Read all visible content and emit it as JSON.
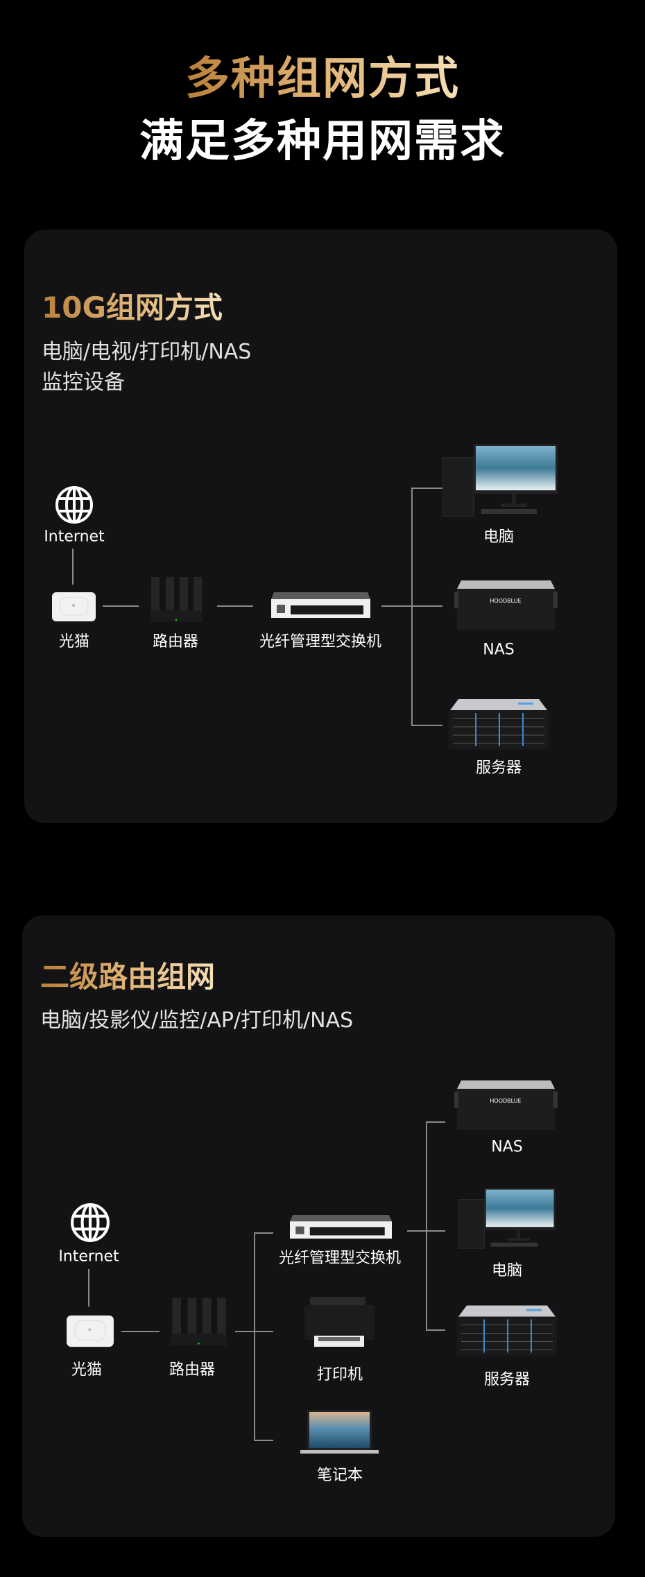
{
  "header": {
    "line1": "多种组网方式",
    "line2": "满足多种用网需求"
  },
  "colors": {
    "gold_start": "#b9803a",
    "gold_end": "#f6dfb6",
    "card_bg": "#131315",
    "page_bg": "#000000"
  },
  "card1": {
    "title": "10G组网方式",
    "subtitle": [
      "电脑/电视/打印机/NAS",
      "监控设备"
    ],
    "nodes": {
      "internet": "Internet",
      "modem": "光猫",
      "router": "路由器",
      "switch": "光纤管理型交换机",
      "pc": "电脑",
      "nas": "NAS",
      "server": "服务器"
    }
  },
  "card2": {
    "title": "二级路由组网",
    "subtitle": [
      "电脑/投影仪/监控/AP/打印机/NAS"
    ],
    "nodes": {
      "internet": "Internet",
      "modem": "光猫",
      "router": "路由器",
      "switch": "光纤管理型交换机",
      "printer": "打印机",
      "laptop": "笔记本",
      "nas": "NAS",
      "pc": "电脑",
      "server": "服务器"
    }
  }
}
